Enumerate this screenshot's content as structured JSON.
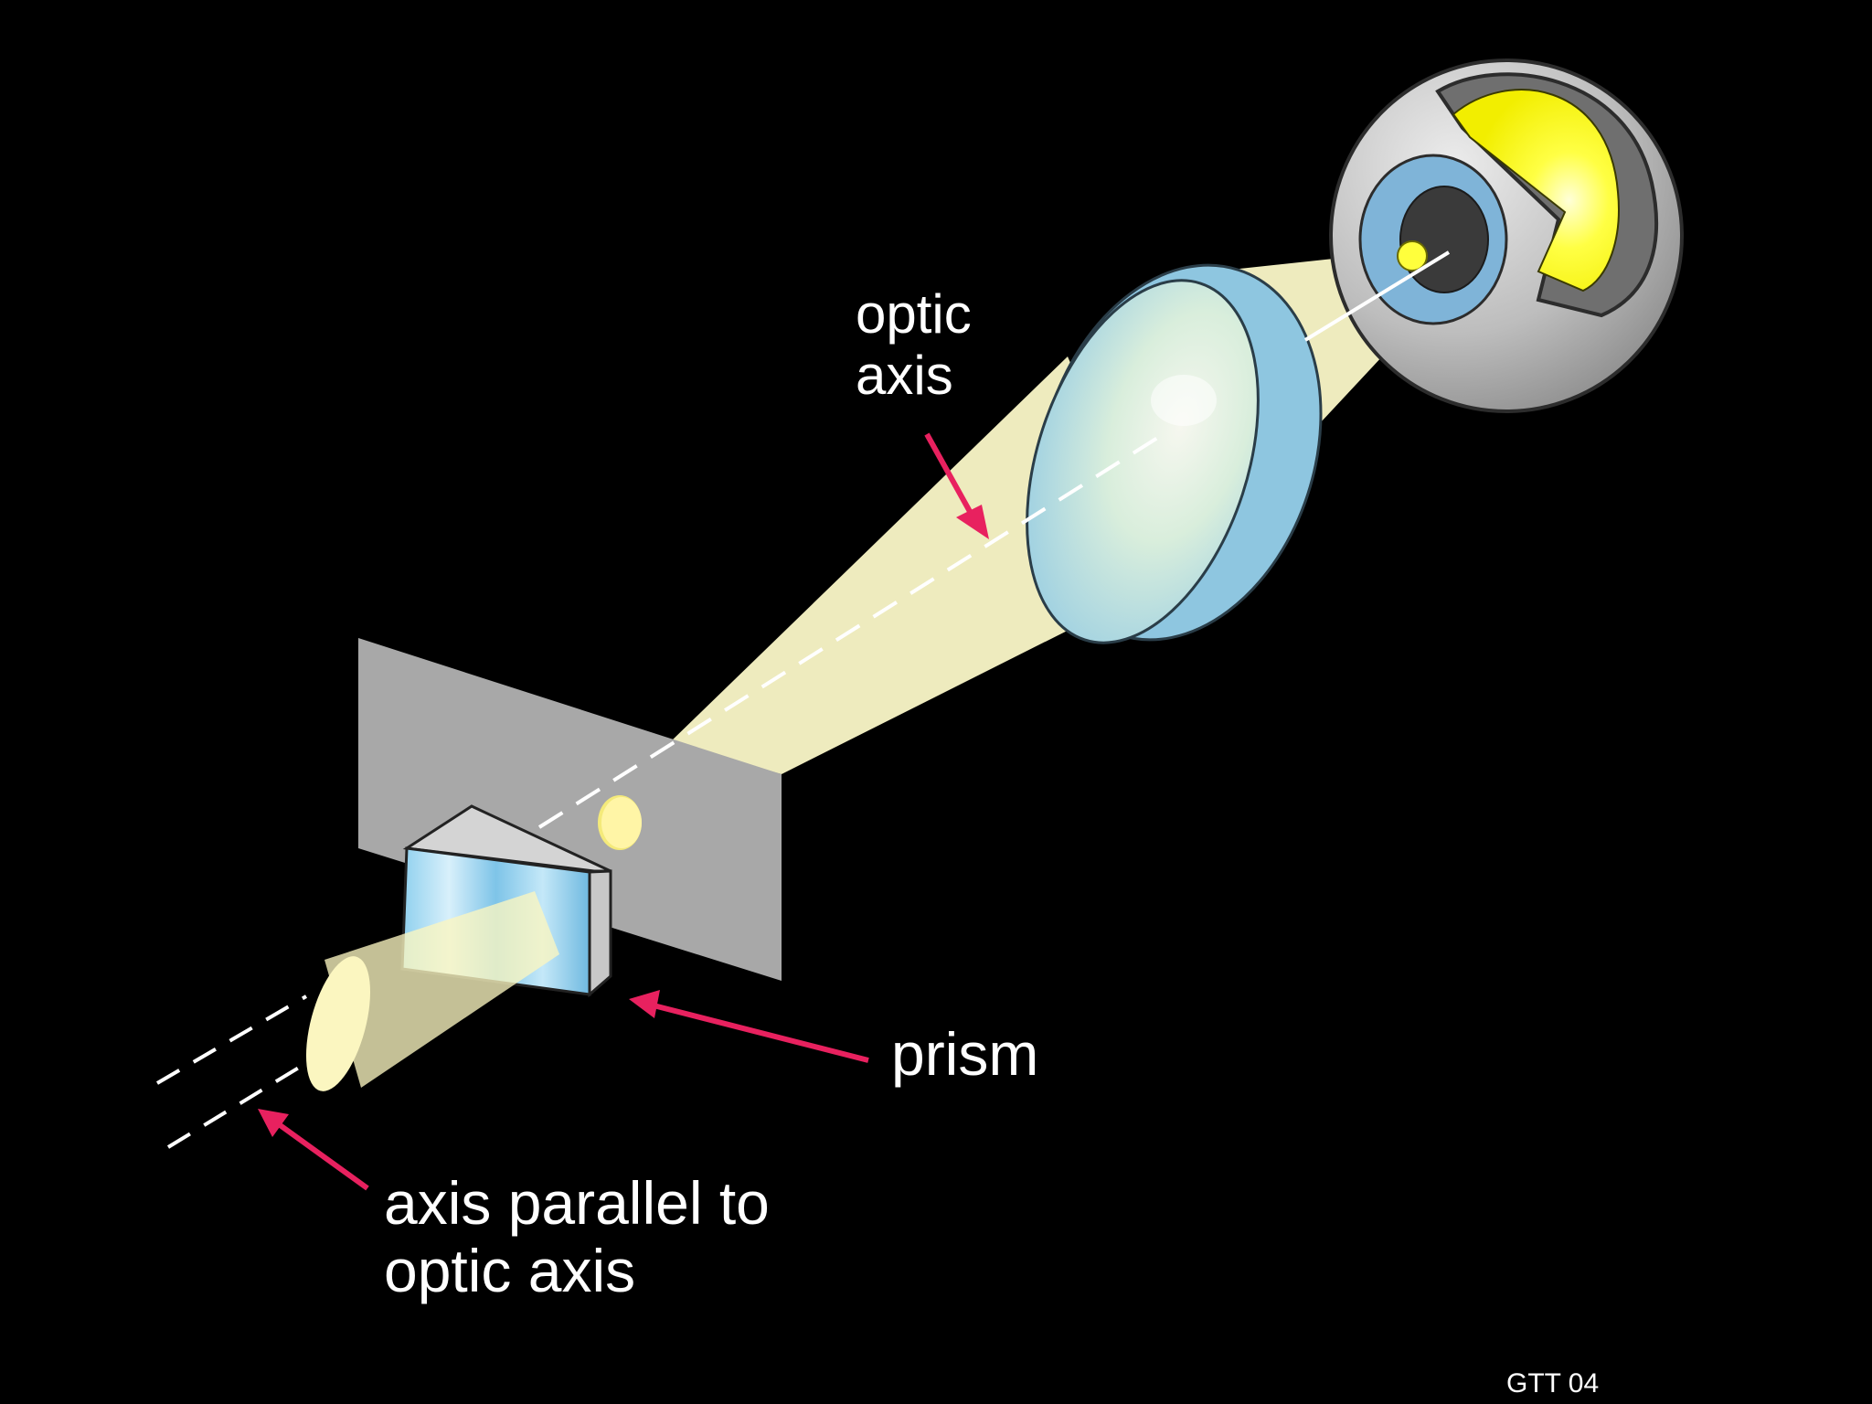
{
  "labels": {
    "optic_axis_line1": "optic",
    "optic_axis_line2": "axis",
    "prism": "prism",
    "parallel_axis_line1": "axis parallel to",
    "parallel_axis_line2": "optic axis",
    "credit": "GTT 04"
  },
  "colors": {
    "background": "#000000",
    "light_beam": "#fbf8c8",
    "arrow": "#e8215f",
    "screen": "#a8a8a8",
    "lens": "#bfe3ee",
    "lens_rim": "#8ec6e0",
    "eyeball": "#bdbdbd",
    "retina": "#ffff22",
    "axis_line": "#ffffff",
    "text": "#ffffff"
  }
}
